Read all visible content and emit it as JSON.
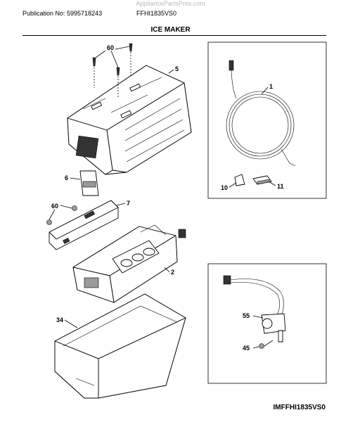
{
  "header": {
    "watermark": "AppliancePartsPros.com",
    "publication_number": "Publication No: 5995718243",
    "model_number": "FFHI1835VS0",
    "section_title": "ICE MAKER"
  },
  "footer": {
    "document_id": "IMFFHI1835VS0"
  },
  "callouts": {
    "p60_top": "60",
    "p5": "5",
    "p6": "6",
    "p7": "7",
    "p60_left": "60",
    "p2": "2",
    "p34": "34",
    "p1": "1",
    "p10": "10",
    "p11": "11",
    "p55": "55",
    "p45": "45"
  }
}
